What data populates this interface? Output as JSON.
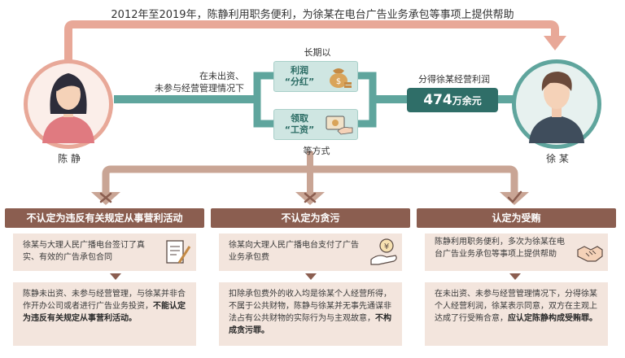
{
  "title": "2012年至2019年，陈静利用职务便利，为徐某在电台广告业务承包等事项上提供帮助",
  "left_person": {
    "name": "陈 静"
  },
  "right_person": {
    "name": "徐 某"
  },
  "cond_line1": "在未出资、",
  "cond_line2": "未参与经营管理情况下",
  "long_term": "长期以",
  "method1_line1": "利润",
  "method1_line2": "“分红”",
  "method2_line1": "领取",
  "method2_line2": "“工资”",
  "methods_suffix": "等方式",
  "profit_label": "分得徐某经营利润",
  "amount_number": "474",
  "amount_unit": "万余元",
  "sections": [
    {
      "heading": "不认定为违反有关规定从事营利活动",
      "box1": "徐某与大理人民广播电台签订了真实、有效的广告承包合同",
      "box2_plain": "陈静未出资、未参与经营管理，与徐某并非合作开办公司或者进行广告业务投资，",
      "box2_bold": "不能认定为违反有关规定从事营利活动。"
    },
    {
      "heading": "不认定为贪污",
      "box1": "徐某向大理人民广播电台支付了广告业务承包费",
      "box2_plain": "扣除承包费外的收入均是徐某个人经营所得，不属于公共财物，陈静与徐某并无事先通谋非法占有公共财物的实际行为与主观故意，",
      "box2_bold": "不构成贪污罪。"
    },
    {
      "heading": "认定为受贿",
      "box1": "陈静利用职务便利，多次为徐某在电台广告业务承包等事项上提供帮助",
      "box2_plain": "在未出资、未参与经营管理情况下，分得徐某个人经营利润，徐某表示同意，双方在主观上达成了行受贿合意，",
      "box2_bold": "应认定陈静构成受贿罪。"
    }
  ],
  "colors": {
    "pink": "#e8a898",
    "teal": "#5fa59d",
    "dark_teal": "#2f6e68",
    "tan": "#c9a595",
    "brown": "#8b5e50",
    "card": "#f3e5dd"
  }
}
